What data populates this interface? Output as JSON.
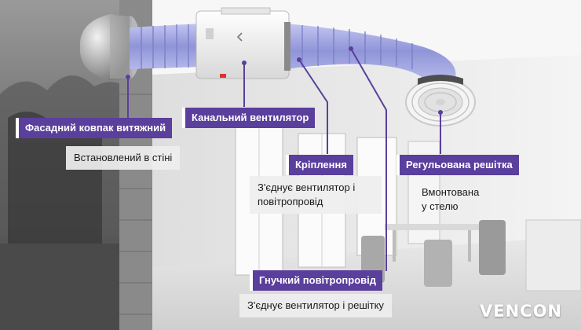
{
  "colors": {
    "label_bg": "#5a3f9c",
    "desc_bg": "#eeeeee",
    "logo": "#ffffff"
  },
  "labels": {
    "facade_hood": "Фасадний ковпак витяжний",
    "facade_hood_desc": "Встановлений в стіні",
    "duct_fan": "Канальний вентилятор",
    "mount": "Кріплення",
    "mount_desc_1": "З'єднує вентилятор і",
    "mount_desc_2": "повітропровід",
    "grille": "Регульована решітка",
    "grille_desc_1": "Вмонтована",
    "grille_desc_2": "у стелю",
    "flex_duct": "Гнучкий повітропровід",
    "flex_duct_desc": "З'єднує вентилятор і решітку"
  },
  "brand": {
    "logo_text": "VENCON"
  },
  "icons": {
    "fan_arrow": "chevron-left-icon"
  }
}
